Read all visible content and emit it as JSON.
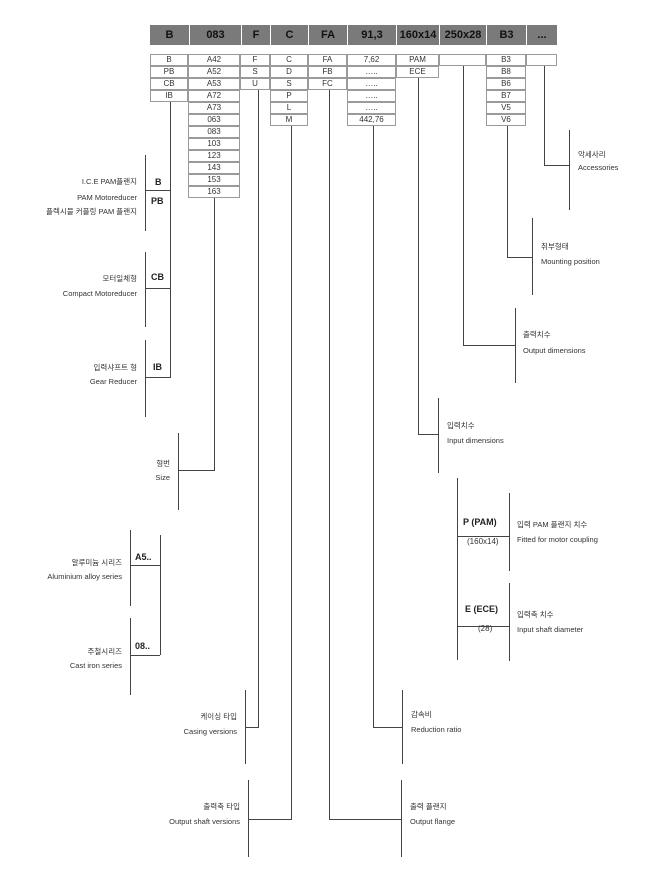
{
  "header": [
    "B",
    "083",
    "F",
    "C",
    "FA",
    "91,3",
    "160x14",
    "250x28",
    "B3",
    "..."
  ],
  "columns": {
    "type": [
      "B",
      "PB",
      "CB",
      "IB"
    ],
    "size": [
      "A42",
      "A52",
      "A53",
      "A72",
      "A73",
      "063",
      "083",
      "103",
      "123",
      "143",
      "153",
      "163"
    ],
    "casing": [
      "F",
      "S",
      "U"
    ],
    "output_shaft": [
      "C",
      "D",
      "S",
      "P",
      "L",
      "M"
    ],
    "output_flange": [
      "FA",
      "FB",
      "FC"
    ],
    "ratio": [
      "7,62",
      "…..",
      "…..",
      "…..",
      "…..",
      "442,76"
    ],
    "input": [
      "PAM",
      "ECE"
    ],
    "mounting": [
      "B3",
      "B8",
      "B6",
      "B7",
      "V5",
      "V6"
    ]
  },
  "labels": {
    "accessories": {
      "ko": "악세사리",
      "en": "Accessories"
    },
    "mounting": {
      "ko": "취부형태",
      "en": "Mounting position"
    },
    "output_dim": {
      "ko": "출력치수",
      "en": "Output dimensions"
    },
    "input_dim": {
      "ko": "입력치수",
      "en": "Input dimensions"
    },
    "ice_pam": {
      "ko1": "I.C.E PAM플랜지",
      "en": "PAM Motoreducer",
      "ko2": "플렉시블 커플링 PAM 플랜지",
      "code1": "B",
      "code2": "PB"
    },
    "compact": {
      "ko": "모터일체형",
      "en": "Compact Motoreducer",
      "code": "CB"
    },
    "gear": {
      "ko": "입력샤프트 형",
      "en": "Gear Reducer",
      "code": "IB"
    },
    "size": {
      "ko": "형번",
      "en": "Size"
    },
    "alu": {
      "ko": "알루미늄 시리즈",
      "en": "Aluminium alloy series",
      "code": "A5.."
    },
    "cast": {
      "ko": "주철시리즈",
      "en": "Cast iron series",
      "code": "08.."
    },
    "pam": {
      "code": "P (PAM)",
      "sub": "(160x14)",
      "ko": "입력 PAM 플랜지 치수",
      "en": "Fitted for motor coupling"
    },
    "ece": {
      "code": "E (ECE)",
      "sub": "(28)",
      "ko": "입력축 치수",
      "en": "Input shaft diameter"
    },
    "casing": {
      "ko": "케이싱 타입",
      "en": "Casing versions"
    },
    "ratio": {
      "ko": "감속비",
      "en": "Reduction ratio"
    },
    "output_shaft": {
      "ko": "출력축 타입",
      "en": "Output shaft versions"
    },
    "output_flange": {
      "ko": "출력 플랜지",
      "en": "Output flange"
    }
  }
}
